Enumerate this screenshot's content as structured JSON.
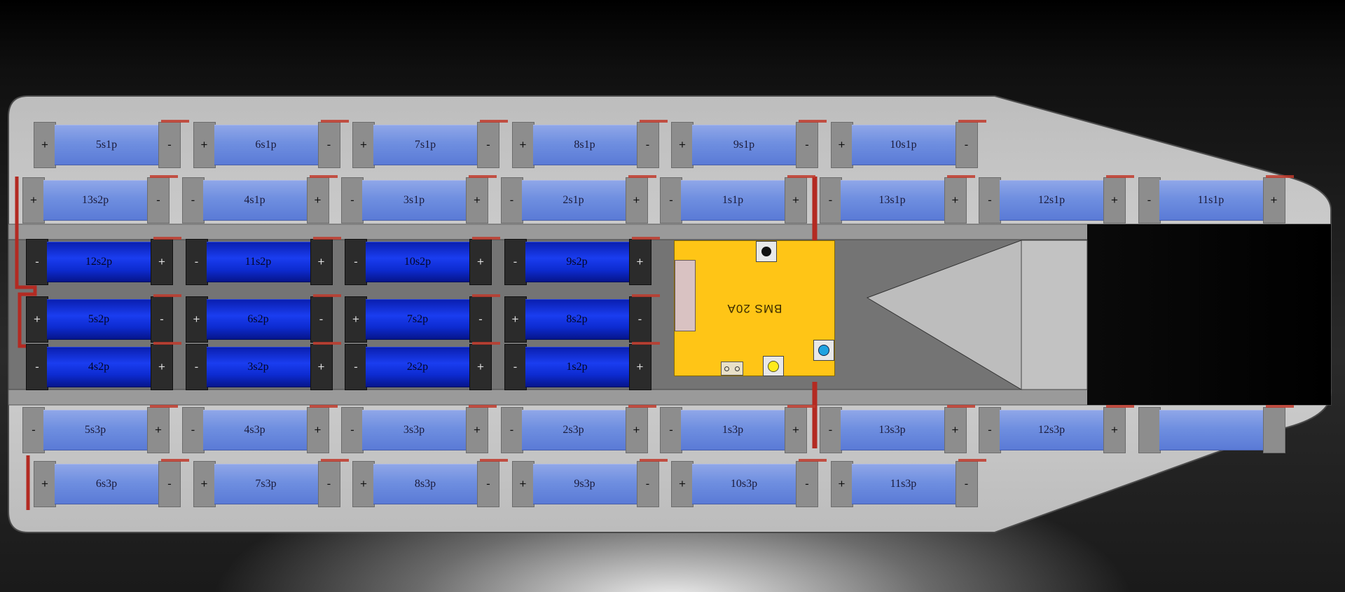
{
  "colors": {
    "cell_light": "#6f8fe0",
    "cell_dark": "#1a3df0",
    "bms_board": "#ffc516",
    "busbar": "#c0392b",
    "tray": "#c4c4c4"
  },
  "terminals": {
    "plus": "+",
    "minus": "-"
  },
  "bms": {
    "label": "BMS 20A"
  },
  "rows": [
    {
      "kind": "light",
      "cells": [
        "5s1p",
        "6s1p",
        "7s1p",
        "8s1p",
        "9s1p",
        "10s1p"
      ],
      "caps": [
        "+",
        "-",
        "+",
        "-",
        "+",
        "-",
        "+",
        "-",
        "+",
        "-",
        "+",
        "-"
      ]
    },
    {
      "kind": "light",
      "cells": [
        "13s2p",
        "4s1p",
        "3s1p",
        "2s1p",
        "1s1p",
        "13s1p",
        "12s1p",
        "11s1p"
      ],
      "caps": [
        "+",
        "-",
        "-",
        "+",
        "-",
        "+",
        "-",
        "+",
        "-",
        "+",
        "-",
        "+",
        "-",
        "+",
        "-",
        "+"
      ]
    },
    {
      "kind": "dark",
      "cells": [
        "12s2p",
        "11s2p",
        "10s2p",
        "9s2p"
      ],
      "caps": [
        "-",
        "+",
        "-",
        "+",
        "-",
        "+",
        "-",
        "+"
      ]
    },
    {
      "kind": "dark",
      "cells": [
        "5s2p",
        "6s2p",
        "7s2p",
        "8s2p"
      ],
      "caps": [
        "+",
        "-",
        "+",
        "-",
        "+",
        "-",
        "+",
        "-"
      ]
    },
    {
      "kind": "dark",
      "cells": [
        "4s2p",
        "3s2p",
        "2s2p",
        "1s2p"
      ],
      "caps": [
        "-",
        "+",
        "-",
        "+",
        "-",
        "+",
        "-",
        "+"
      ]
    },
    {
      "kind": "light",
      "cells": [
        "5s3p",
        "4s3p",
        "3s3p",
        "2s3p",
        "1s3p",
        "13s3p",
        "12s3p",
        ""
      ],
      "caps": [
        "-",
        "+",
        "-",
        "+",
        "-",
        "+",
        "-",
        "+",
        "-",
        "+",
        "-",
        "+",
        "-",
        "+",
        "",
        ""
      ]
    },
    {
      "kind": "light",
      "cells": [
        "6s3p",
        "7s3p",
        "8s3p",
        "9s3p",
        "10s3p",
        "11s3p"
      ],
      "caps": [
        "+",
        "-",
        "+",
        "-",
        "+",
        "-",
        "+",
        "-",
        "+",
        "-",
        "+",
        "-"
      ]
    }
  ]
}
